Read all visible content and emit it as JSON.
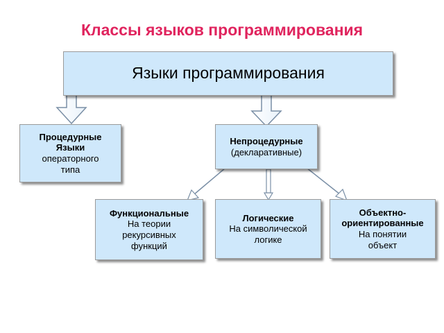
{
  "title": "Классы языков программирования",
  "colors": {
    "title": "#e0245e",
    "box_fill": "#cfe8fb",
    "box_border": "#9a9a9a",
    "arrow_stroke": "#7a8fa6"
  },
  "nodes": {
    "root": {
      "label": "Языки программирования"
    },
    "procedural": {
      "line1": "Процедурные",
      "line2": "Языки",
      "line3": "операторного",
      "line4": "типа"
    },
    "nonprocedural": {
      "line1": "Непроцедурные",
      "line2": "(декларативные)"
    },
    "functional": {
      "line1": "Функциональные",
      "line2": "На теории",
      "line3": "рекурсивных",
      "line4": "функций"
    },
    "logical": {
      "line1": "Логические",
      "line2": "На символической",
      "line3": "логике"
    },
    "oop": {
      "line1": "Объектно-",
      "line2": "ориентированные",
      "line3": "На понятии",
      "line4": "объект"
    }
  },
  "edges": [
    {
      "from": "root",
      "to": "procedural"
    },
    {
      "from": "root",
      "to": "nonprocedural"
    },
    {
      "from": "nonprocedural",
      "to": "functional"
    },
    {
      "from": "nonprocedural",
      "to": "logical"
    },
    {
      "from": "nonprocedural",
      "to": "oop"
    }
  ]
}
